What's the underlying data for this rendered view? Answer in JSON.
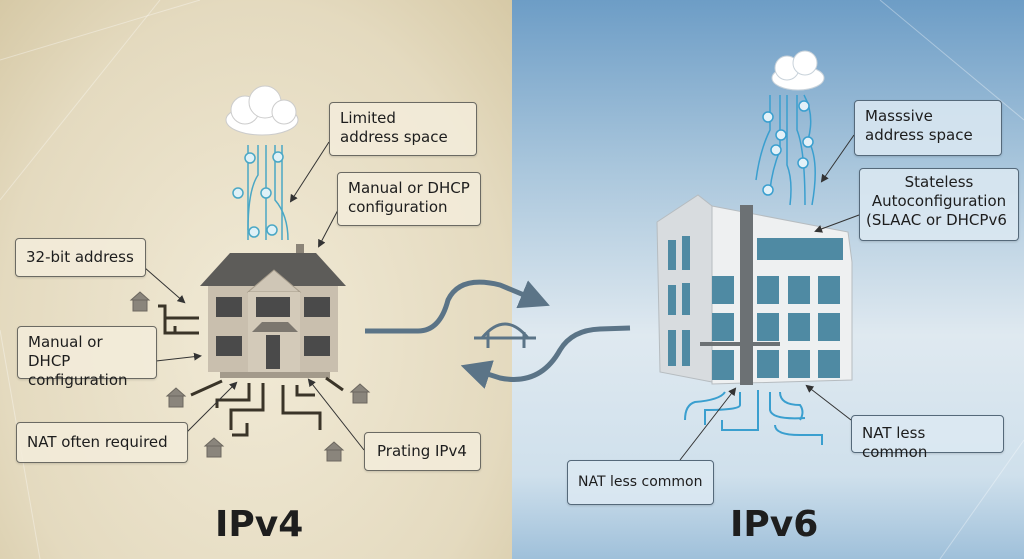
{
  "ipv4": {
    "title": "IPv4",
    "labels": {
      "limited_space": [
        "Limited",
        "address space"
      ],
      "manual_dhcp_top": [
        "Manual or DHCP",
        "configuration"
      ],
      "bit_address": "32-bit address",
      "manual_dhcp_left": [
        "Manual or DHCP",
        "configuration"
      ],
      "nat_required": "NAT often required",
      "prating": "Prating IPv4"
    }
  },
  "ipv6": {
    "title": "IPv6",
    "labels": {
      "massive_space": [
        "Masssive",
        "address space"
      ],
      "slaac": [
        "Stateless",
        "Autoconfiguration",
        "(SLAAC or DHCPv6"
      ],
      "nat_less_right": "NAT less common",
      "nat_less_bottom": "NAT less common"
    }
  },
  "colors": {
    "ipv4_bg": "#e4dabf",
    "ipv6_bg": "#a9c6dc",
    "arrow": "#5b7487",
    "wire_ipv6": "#3a9fcf",
    "wire_ipv4": "#3a3428"
  }
}
